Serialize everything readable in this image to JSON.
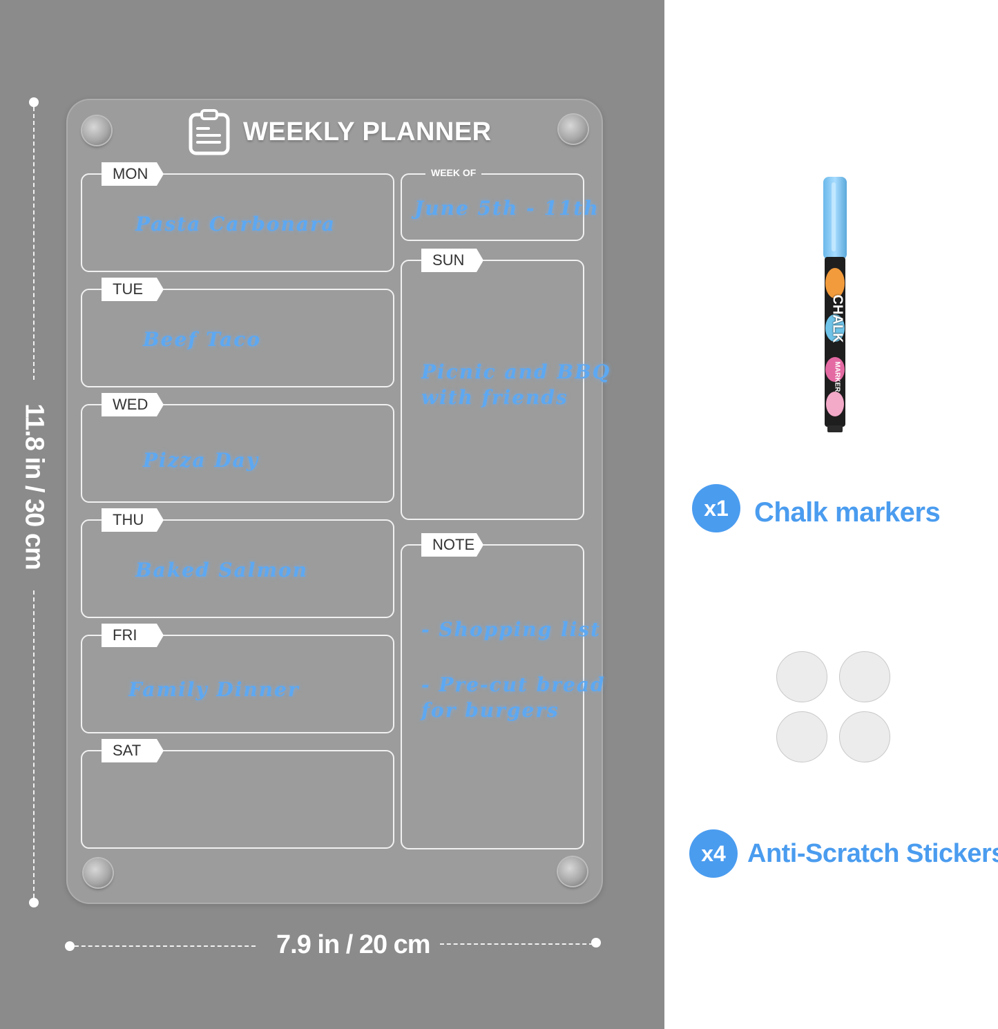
{
  "board": {
    "title": "WEEKLY PLANNER",
    "week_of_label": "WEEK OF",
    "week_of_value": "June 5th - 11th",
    "days": [
      {
        "tag": "MON",
        "entry": "Pasta Carbonara"
      },
      {
        "tag": "TUE",
        "entry": "Beef Taco"
      },
      {
        "tag": "WED",
        "entry": "Pizza Day"
      },
      {
        "tag": "THU",
        "entry": "Baked Salmon"
      },
      {
        "tag": "FRI",
        "entry": "Family Dinner"
      },
      {
        "tag": "SAT",
        "entry": ""
      }
    ],
    "sun": {
      "tag": "SUN",
      "line1": "Picnic and BBQ",
      "line2": "with friends"
    },
    "note": {
      "tag": "NOTE",
      "line1": "- Shopping list",
      "line2": "- Pre-cut bread",
      "line3": "for burgers"
    }
  },
  "dimensions": {
    "height_label": "11.8 in / 30 cm",
    "width_label": "7.9 in / 20 cm"
  },
  "accessories": {
    "marker": {
      "badge": "x1",
      "label": "Chalk markers",
      "brand_text": "CHALK",
      "sub_text": "MARKER"
    },
    "stickers": {
      "badge": "x4",
      "label": "Anti-Scratch Stickers"
    }
  },
  "colors": {
    "accent_blue": "#4a9cef",
    "handwriting_blue": "#5da8f2",
    "panel_gray": "#8b8b8b"
  }
}
